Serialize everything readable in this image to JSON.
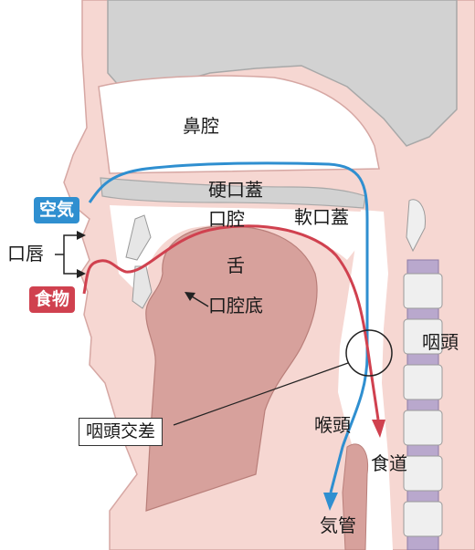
{
  "colors": {
    "air": "#2f8fd0",
    "food": "#d0414f",
    "skin": "#f6d7d2",
    "skin_line": "#d6a7a3",
    "bone": "#d2d2d2",
    "tissue": "#d7a19c",
    "vertebra_disc": "#b9a8cd"
  },
  "labels": {
    "nasal_cavity": "鼻腔",
    "hard_palate": "硬口蓋",
    "oral_cavity": "口腔",
    "soft_palate": "軟口蓋",
    "tongue": "舌",
    "floor_of_mouth": "口腔底",
    "pharynx": "咽頭",
    "larynx": "喉頭",
    "esophagus": "食道",
    "trachea": "気管",
    "lips": "口唇",
    "crossing": "咽頭交差"
  },
  "tags": {
    "air": "空気",
    "food": "食物"
  }
}
